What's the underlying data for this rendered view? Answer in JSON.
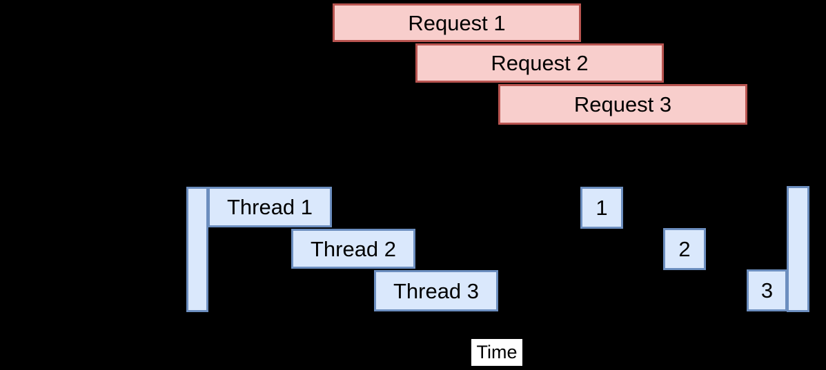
{
  "diagram": {
    "background_color": "#000000",
    "requests": {
      "fill_color": "#f8cecc",
      "border_color": "#b85450",
      "items": [
        {
          "label": "Request 1"
        },
        {
          "label": "Request 2"
        },
        {
          "label": "Request 3"
        }
      ]
    },
    "threads": {
      "fill_color": "#dae8fc",
      "border_color": "#6c8ebf",
      "items": [
        {
          "label": "Thread 1"
        },
        {
          "label": "Thread 2"
        },
        {
          "label": "Thread 3"
        }
      ],
      "completion_markers": [
        {
          "label": "1"
        },
        {
          "label": "2"
        },
        {
          "label": "3"
        }
      ]
    },
    "axis": {
      "label": "Time",
      "label_background": "#ffffff",
      "text_color": "#000000"
    }
  }
}
